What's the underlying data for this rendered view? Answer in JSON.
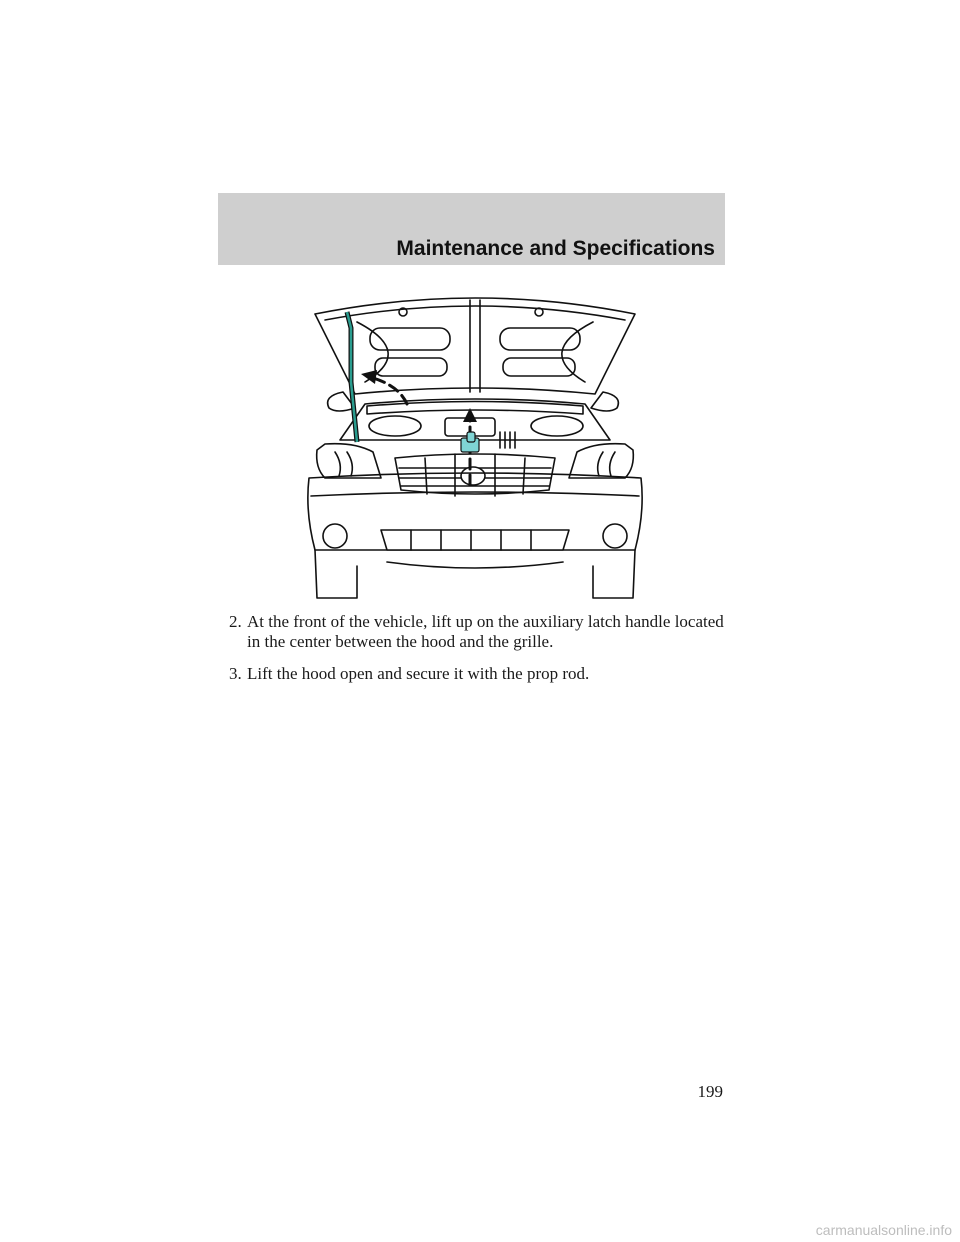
{
  "header": {
    "title": "Maintenance and Specifications"
  },
  "figure": {
    "icons": [
      "car-front-open-hood-icon",
      "prop-rod-icon",
      "auxiliary-latch-icon",
      "arrow-up-icon",
      "arrow-curved-icon"
    ]
  },
  "steps": [
    {
      "number": "2.",
      "text": "At the front of the vehicle, lift up on the auxiliary latch handle located in the center between the hood and the grille."
    },
    {
      "number": "3.",
      "text": "Lift the hood open and secure it with the prop rod."
    }
  ],
  "page": {
    "number": "199"
  },
  "watermark": "carmanualsonline.info",
  "colors": {
    "header_band": "#cfcfcf",
    "prop_rod": "#2a9d8f",
    "latch": "#7fd4d4"
  }
}
